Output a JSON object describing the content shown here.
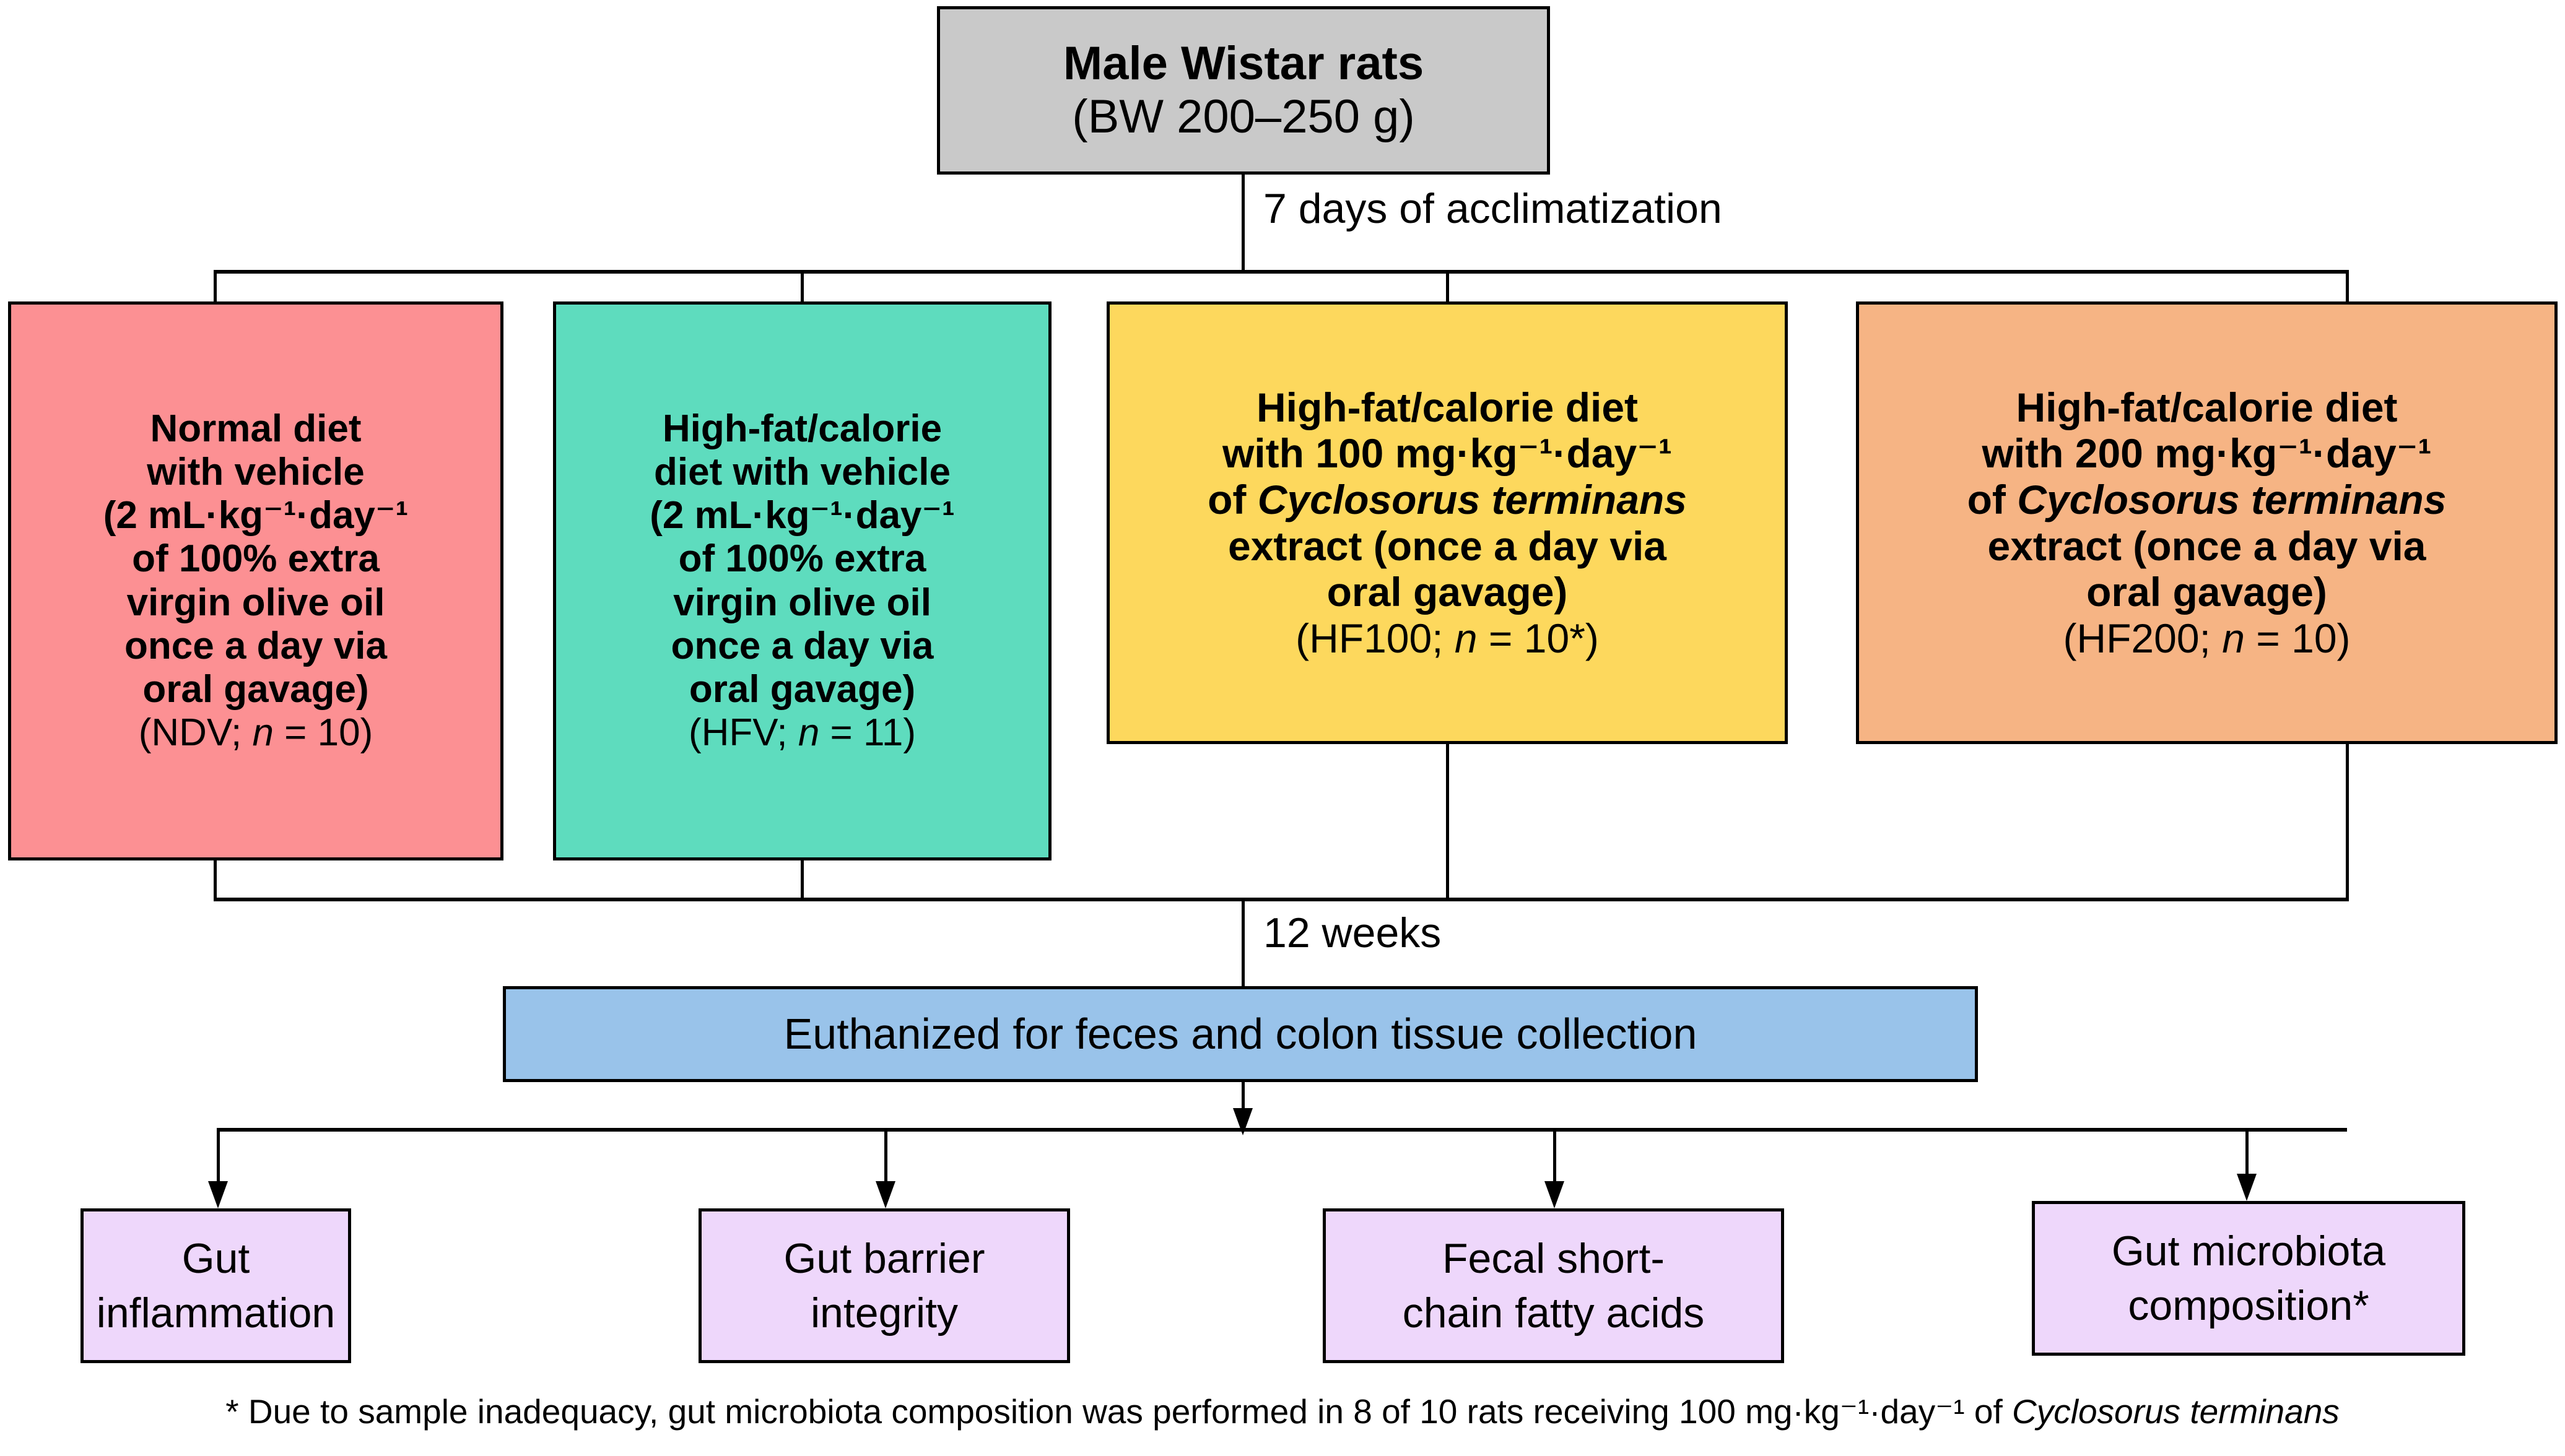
{
  "diagram": {
    "title": "Experimental design flowchart",
    "colors": {
      "top_box": "#c9c9c9",
      "arm_ndv": "#fc9093",
      "arm_hfv": "#5edcbe",
      "arm_hf100": "#fdd85d",
      "arm_hf200": "#f6b484",
      "euthanized": "#99c3ea",
      "outcome": "#eed7fb",
      "line": "#000000",
      "text": "#000000"
    }
  },
  "top_box": {
    "line1": "Male Wistar rats",
    "line2": "(BW 200–250 g)"
  },
  "edges": {
    "acclimatization": "7 days of acclimatization",
    "duration": "12 weeks"
  },
  "arms": [
    {
      "id": "NDV",
      "color": "#fc9093",
      "lines": [
        "Normal diet",
        "with vehicle",
        "(2 mL·kg⁻¹·day⁻¹",
        "of 100% extra",
        "virgin olive oil",
        "once a day via",
        "oral gavage)"
      ],
      "group_line": "(NDV; n = 10)",
      "group_label": "NDV",
      "n": 10
    },
    {
      "id": "HFV",
      "color": "#5edcbe",
      "lines": [
        "High-fat/calorie",
        "diet with vehicle",
        "(2 mL·kg⁻¹·day⁻¹",
        "of 100% extra",
        "virgin olive oil",
        "once a day via",
        "oral gavage)"
      ],
      "group_line": "(HFV; n = 11)",
      "group_label": "HFV",
      "n": 11
    },
    {
      "id": "HF100",
      "color": "#fdd85d",
      "lines": [
        "High-fat/calorie diet",
        "with 100 mg·kg⁻¹·day⁻¹",
        "of Cyclosorus terminans",
        "extract (once a day via",
        "oral gavage)"
      ],
      "species": "Cyclosorus terminans",
      "group_line": "(HF100; n = 10*)",
      "group_label": "HF100",
      "n": 10
    },
    {
      "id": "HF200",
      "color": "#f6b484",
      "lines": [
        "High-fat/calorie diet",
        "with 200 mg·kg⁻¹·day⁻¹",
        "of Cyclosorus terminans",
        "extract (once a day via",
        "oral gavage)"
      ],
      "species": "Cyclosorus terminans",
      "group_line": "(HF200; n = 10)",
      "group_label": "HF200",
      "n": 10
    }
  ],
  "euthanized": {
    "label": "Euthanized for feces and colon tissue collection"
  },
  "outcomes": [
    {
      "line1": "Gut",
      "line2": "inflammation"
    },
    {
      "line1": "Gut barrier",
      "line2": "integrity"
    },
    {
      "line1": "Fecal short-",
      "line2": "chain fatty acids"
    },
    {
      "line1": "Gut microbiota",
      "line2": "composition*"
    }
  ],
  "footnote": {
    "prefix": "* Due to sample inadequacy, gut microbiota composition was performed in 8 of 10 rats receiving 100 mg·kg⁻¹·day⁻¹ of ",
    "species": "Cyclosorus terminans"
  }
}
